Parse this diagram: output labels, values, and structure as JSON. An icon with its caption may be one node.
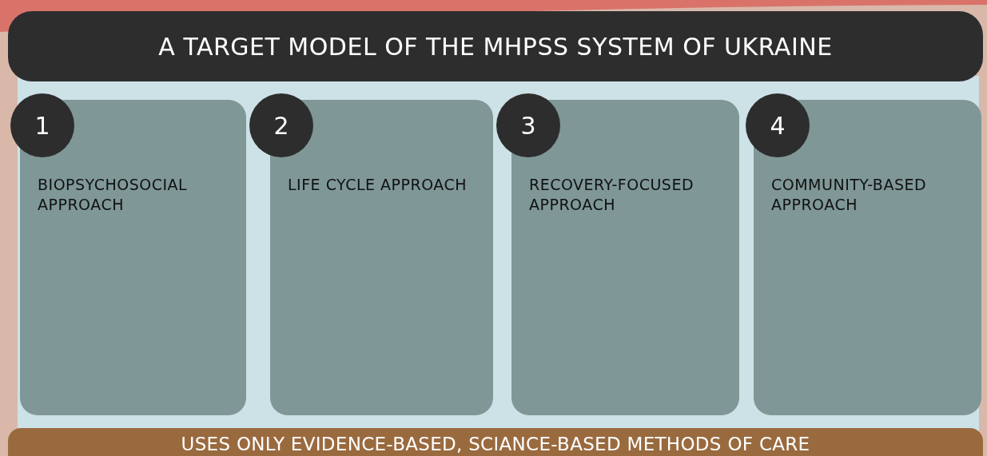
{
  "diagram": {
    "title": "A TARGET MODEL OF THE MHPSS SYSTEM OF UKRAINE",
    "nodes": [
      {
        "text": [
          "1"
        ]
      },
      {
        "text": [
          "BIOPSYCHOSOCIAL APPROACH"
        ]
      },
      {
        "text": [
          "2"
        ]
      },
      {
        "text": [
          "LIFE CYCLE APPROACH"
        ]
      },
      {
        "text": [
          "3"
        ]
      },
      {
        "text": [
          "RECOVERY-FOCUSED APPROACH"
        ]
      },
      {
        "text": [
          "4"
        ]
      },
      {
        "text": [
          "COMMUNITY-BASED APPROACH"
        ]
      },
      {
        "text": [
          "USES ONLY EVIDENCE-BASED, SCIANCE-BASED METHODS OF CARE"
        ]
      }
    ]
  }
}
